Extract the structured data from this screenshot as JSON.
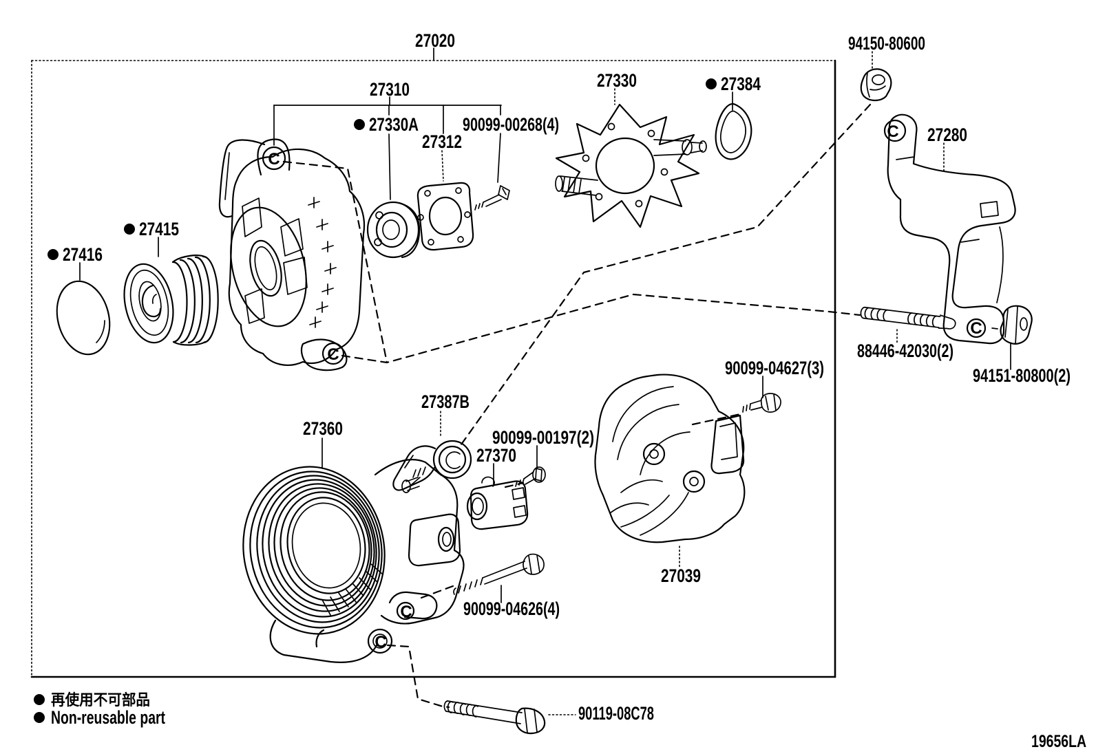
{
  "page": {
    "background": "#ffffff",
    "ink": "#000000"
  },
  "figure_code": "19656LA",
  "c_marker": "C",
  "legend": {
    "bullet": "●",
    "line1_jp": "再使用不可部品",
    "line2_en": "Non-reusable part"
  },
  "non_reusable_parts": [
    "27330A",
    "27384",
    "27415",
    "27416"
  ],
  "parts": {
    "p27020": "27020",
    "p94150_80600": "94150-80600",
    "p27310": "27310",
    "p27330A": "27330A",
    "p90099_00268": "90099-00268(4)",
    "p27312": "27312",
    "p27330": "27330",
    "p27384": "27384",
    "p27280": "27280",
    "p27415": "27415",
    "p27416": "27416",
    "p88446_42030": "88446-42030(2)",
    "p94151_80800": "94151-80800(2)",
    "p90099_04627": "90099-04627(3)",
    "p27387B": "27387B",
    "p27360": "27360",
    "p90099_00197": "90099-00197(2)",
    "p27370": "27370",
    "p27039": "27039",
    "p90099_04626": "90099-04626(4)",
    "p90119_08C78": "90119-08C78"
  }
}
